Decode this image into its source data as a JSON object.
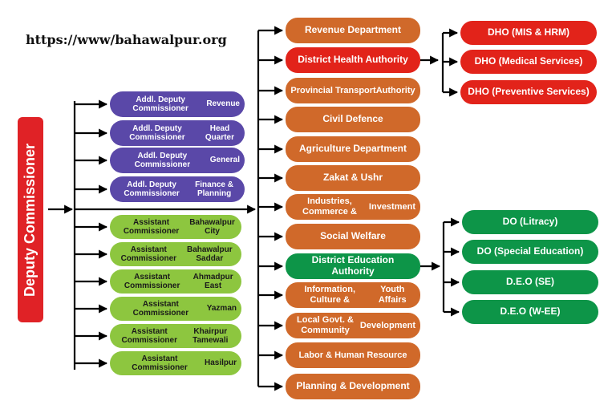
{
  "header": {
    "url": "https://www/bahawalpur.org"
  },
  "root": {
    "label": "Deputy Commissioner",
    "color": "#e02226"
  },
  "addl_deputy_commissioners": [
    {
      "line1": "Addl. Deputy Commissioner",
      "line2": "Revenue"
    },
    {
      "line1": "Addl. Deputy Commissioner",
      "line2": "Head Quarter"
    },
    {
      "line1": "Addl. Deputy Commissioner",
      "line2": "General"
    },
    {
      "line1": "Addl. Deputy Commissioner",
      "line2": "Finance & Planning"
    }
  ],
  "assistant_commissioners": [
    {
      "line1": "Assistant Commissioner",
      "line2": "Bahawalpur City"
    },
    {
      "line1": "Assistant Commissioner",
      "line2": "Bahawalpur Saddar"
    },
    {
      "line1": "Assistant Commissioner",
      "line2": "Ahmadpur East"
    },
    {
      "line1": "Assistant Commissioner",
      "line2": "Yazman"
    },
    {
      "line1": "Assistant Commissioner",
      "line2": "Khairpur Tamewali"
    },
    {
      "line1": "Assistant Commissioner",
      "line2": "Hasilpur"
    }
  ],
  "departments": [
    {
      "line1": "Revenue Department",
      "line2": ""
    },
    {
      "line1": "District Health Authority",
      "line2": ""
    },
    {
      "line1": "Provincial Transport",
      "line2": "Authority"
    },
    {
      "line1": "Civil Defence",
      "line2": ""
    },
    {
      "line1": "Agriculture Department",
      "line2": ""
    },
    {
      "line1": "Zakat & Ushr",
      "line2": ""
    },
    {
      "line1": "Industries, Commerce &",
      "line2": "Investment"
    },
    {
      "line1": "Social Welfare",
      "line2": ""
    },
    {
      "line1": "District Education Authority",
      "line2": ""
    },
    {
      "line1": "Information, Culture &",
      "line2": "Youth Affairs"
    },
    {
      "line1": "Local Govt. & Community",
      "line2": "Development"
    },
    {
      "line1": "Labor & Human Resource",
      "line2": ""
    },
    {
      "line1": "Planning & Development",
      "line2": ""
    }
  ],
  "health_offices": [
    {
      "label": "DHO (MIS & HRM)"
    },
    {
      "label": "DHO (Medical Services)"
    },
    {
      "label": "DHO (Preventive Services)"
    }
  ],
  "education_offices": [
    {
      "label": "DO (Litracy)"
    },
    {
      "label": "DO (Special Education)"
    },
    {
      "label": "D.E.O (SE)"
    },
    {
      "label": "D.E.O (W-EE)"
    }
  ],
  "colors": {
    "root": "#e02226",
    "addl_dc": "#5a48a8",
    "assistant_commissioner": "#8dc63f",
    "department": "#d0692a",
    "health": "#e2231a",
    "education": "#0d9548",
    "connector": "#000000"
  }
}
